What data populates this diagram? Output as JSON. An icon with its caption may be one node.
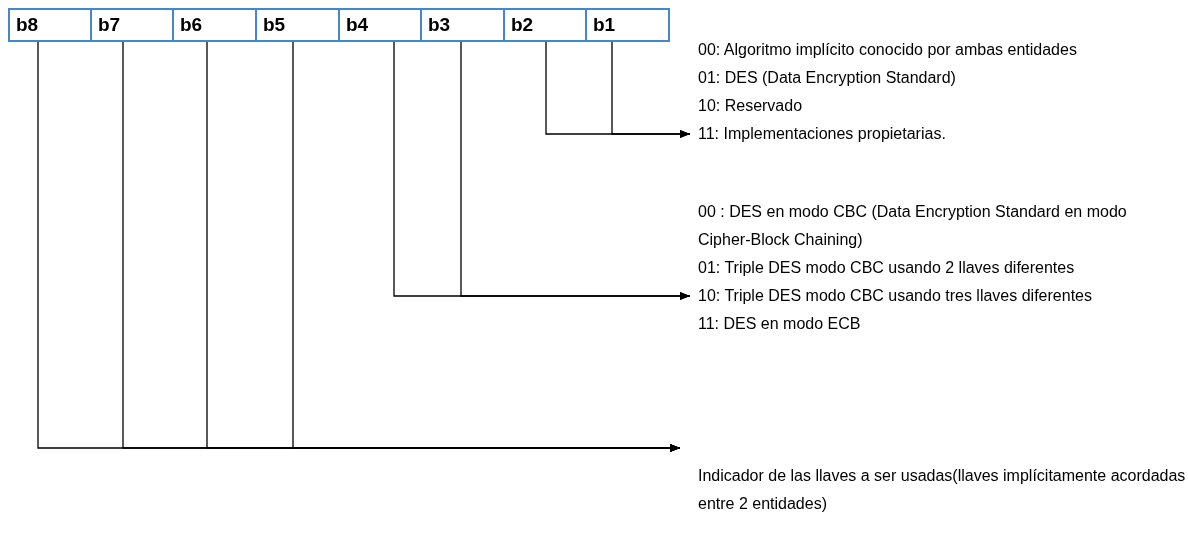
{
  "diagram": {
    "nodes": [
      {
        "text": [
          "b8"
        ]
      },
      {
        "text": [
          "b7"
        ]
      },
      {
        "text": [
          "b6"
        ]
      },
      {
        "text": [
          "b5"
        ]
      },
      {
        "text": [
          "b4"
        ]
      },
      {
        "text": [
          "b3"
        ]
      },
      {
        "text": [
          "b2"
        ]
      },
      {
        "text": [
          "b1"
        ]
      },
      {
        "text": [
          "00: Algoritmo implícito conocido por ambas entidades",
          "01: DES (Data Encryption Standard)",
          "10: Reservado",
          "11: Implementaciones propietarias."
        ]
      },
      {
        "text": [
          "00 : DES en modo CBC (Data Encryption Standard en modo Cipher-Block Chaining)",
          "01: Triple DES modo CBC usando 2 llaves diferentes",
          "10: Triple DES modo CBC usando tres llaves diferentes",
          "11: DES en modo ECB"
        ]
      },
      {
        "text": [
          "Indicador de las llaves a ser usadas(llaves implícitamente acordadas entre 2 entidades)"
        ]
      }
    ],
    "edges": [
      {
        "from": 6,
        "to": 8,
        "arrow": "to"
      },
      {
        "from": 7,
        "to": 8,
        "arrow": "to"
      },
      {
        "from": 4,
        "to": 9,
        "arrow": "to"
      },
      {
        "from": 5,
        "to": 9,
        "arrow": "to"
      },
      {
        "from": 0,
        "to": 10,
        "arrow": "to"
      },
      {
        "from": 1,
        "to": 10,
        "arrow": "to"
      },
      {
        "from": 2,
        "to": 10,
        "arrow": "to"
      },
      {
        "from": 3,
        "to": 10,
        "arrow": "to"
      }
    ]
  }
}
